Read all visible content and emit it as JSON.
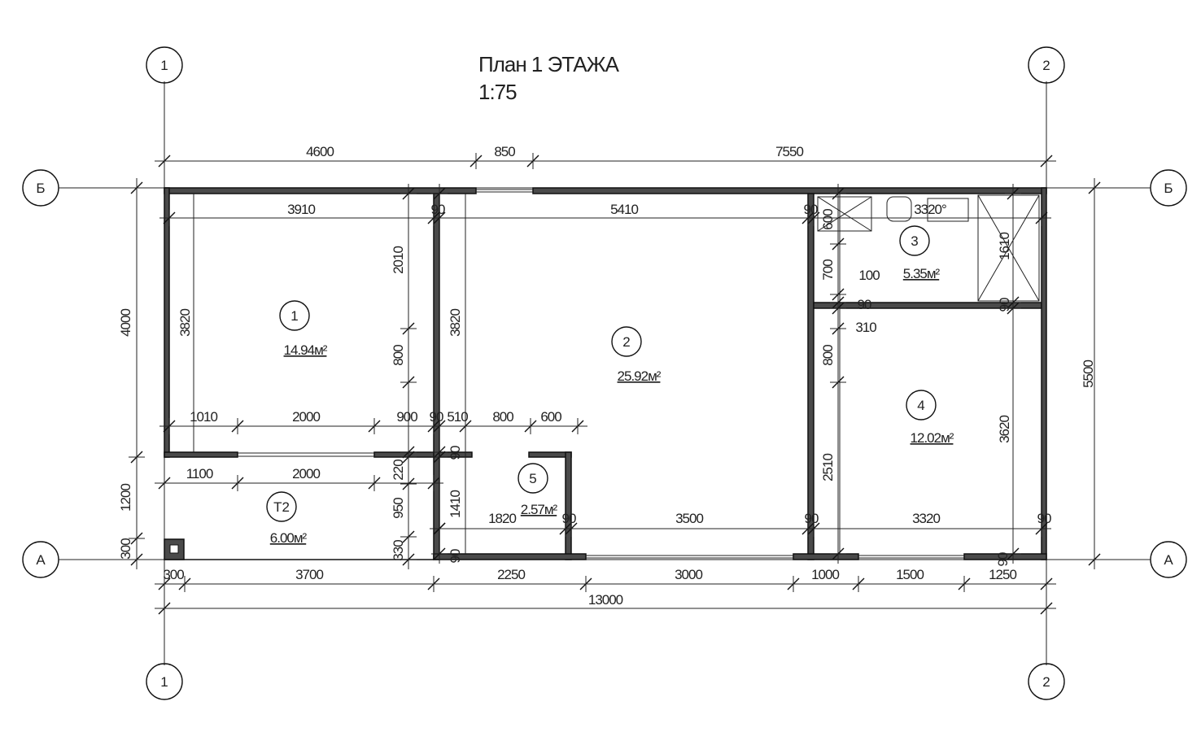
{
  "title": "План 1 ЭТАЖА",
  "scale": "1:75",
  "axes": {
    "v1": "1",
    "v2": "2",
    "hB": "Б",
    "hA": "А"
  },
  "rooms": [
    {
      "number": "1",
      "area": "14.94м²"
    },
    {
      "number": "2",
      "area": "25.92м²"
    },
    {
      "number": "3",
      "area": "5.35м²"
    },
    {
      "number": "4",
      "area": "12.02м²"
    },
    {
      "number": "5",
      "area": "2.57м²"
    },
    {
      "number": "Т2",
      "area": "6.00м²"
    }
  ],
  "dims": [
    "4600",
    "850",
    "7550",
    "3910",
    "90",
    "5410",
    "90",
    "3320°",
    "3820",
    "2010",
    "800",
    "3820",
    "1010",
    "2000",
    "900",
    "90",
    "510",
    "800",
    "600",
    "1100",
    "2000",
    "220",
    "950",
    "330",
    "1410",
    "90",
    "90",
    "1820",
    "90",
    "3500",
    "90",
    "3320",
    "90",
    "90",
    "600",
    "700",
    "100",
    "90",
    "310",
    "1610",
    "90",
    "800",
    "2510",
    "3620",
    "4000",
    "1200",
    "300",
    "5500",
    "300",
    "3700",
    "2250",
    "3000",
    "1000",
    "1500",
    "1250",
    "13000"
  ]
}
